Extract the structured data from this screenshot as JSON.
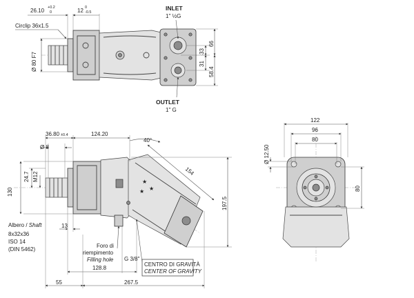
{
  "top_view": {
    "dim_flange": "26.10",
    "dim_flange_tol_upper": "+0.2",
    "dim_flange_tol_lower": "0",
    "dim_shaft_step": "12",
    "dim_shaft_step_tol_upper": "0",
    "dim_shaft_step_tol_lower": "-0.5",
    "circlip_label": "Circlip 36x1.5",
    "pilot_diameter": "Ø 80 F7",
    "inlet_label": "INLET",
    "inlet_size": "1\" ½G",
    "outlet_label": "OUTLET",
    "outlet_size": "1\" G",
    "dim_33": "33",
    "dim_66": "66",
    "dim_31": "31",
    "dim_58_4": "58.4"
  },
  "side_view": {
    "dim_36_80": "36.80",
    "dim_36_80_tol": "±0.4",
    "dim_124_20": "124.20",
    "dim_d8": "Ø 8",
    "dim_24_7": "24.7",
    "dim_m12": "M12",
    "dim_130": "130",
    "dim_angle": "40°",
    "dim_154": "154",
    "dim_197_5": "197.5",
    "dim_13": "13",
    "shaft_label": "Albero / ",
    "shaft_label_en": "Shaft",
    "spline_spec": "8x32x36",
    "iso_spec": "ISO 14",
    "din_spec": "(DIN 5462)",
    "fill_hole_it": "Foro di",
    "fill_hole_it2": "riempimento",
    "fill_hole_en": "Filling hole",
    "fill_hole_size": "G 3/8\"",
    "cog_it": "CENTRO DI GRAVITÀ",
    "cog_en": "CENTER OF GRAVITY",
    "dim_128_8": "128.8",
    "dim_55": "55",
    "dim_267_5": "267.5"
  },
  "front_view": {
    "dim_122": "122",
    "dim_96": "96",
    "dim_80_top": "80",
    "dim_d12_50": "Ø 12.50",
    "dim_80_right": "80"
  }
}
